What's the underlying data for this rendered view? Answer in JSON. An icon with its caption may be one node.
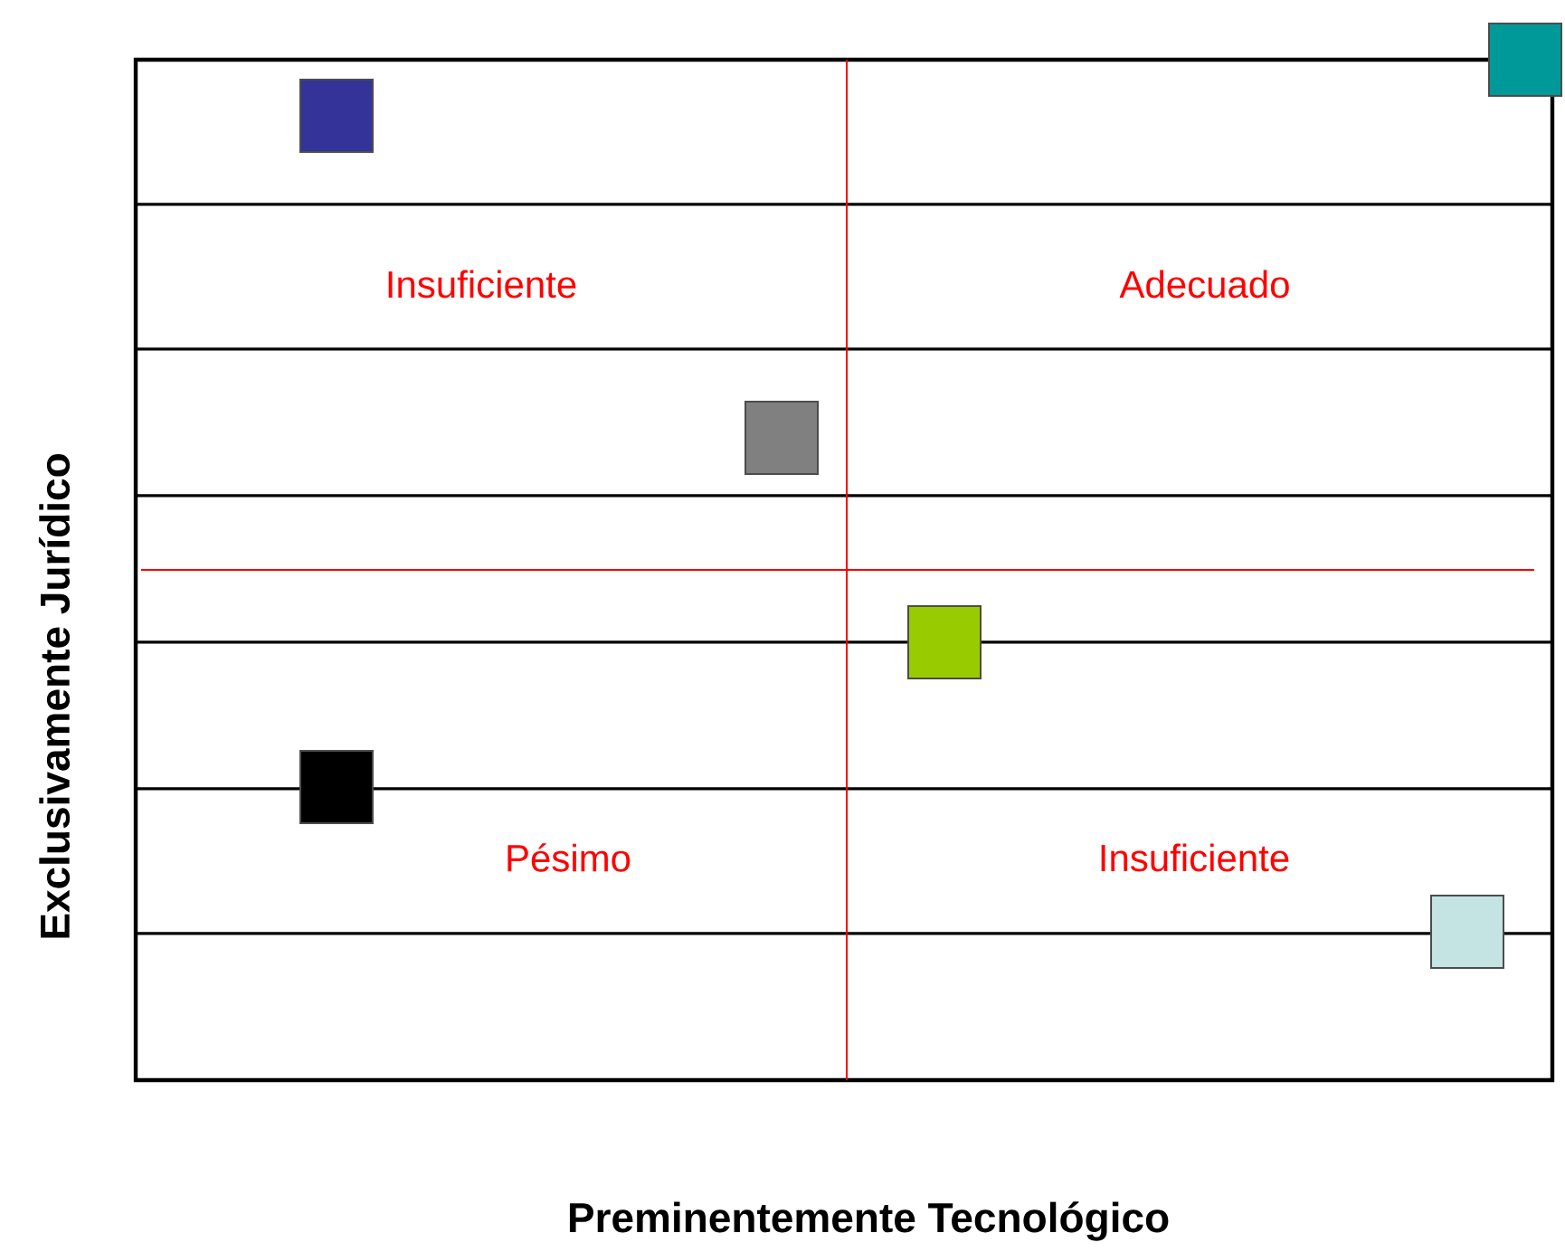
{
  "diagram": {
    "nodes": [
      {
        "text": [],
        "shape": "box"
      },
      {
        "text": [],
        "shape": "box"
      },
      {
        "text": [],
        "shape": "box"
      },
      {
        "text": [],
        "shape": "box"
      },
      {
        "text": [],
        "shape": "box"
      },
      {
        "text": [],
        "shape": "box"
      }
    ],
    "labels": [
      "Insuficiente",
      "Adecuado",
      "Pésimo",
      "Insuficiente",
      "Exclusivamente Jurídico",
      "Preminentemente Tecnológico"
    ]
  }
}
